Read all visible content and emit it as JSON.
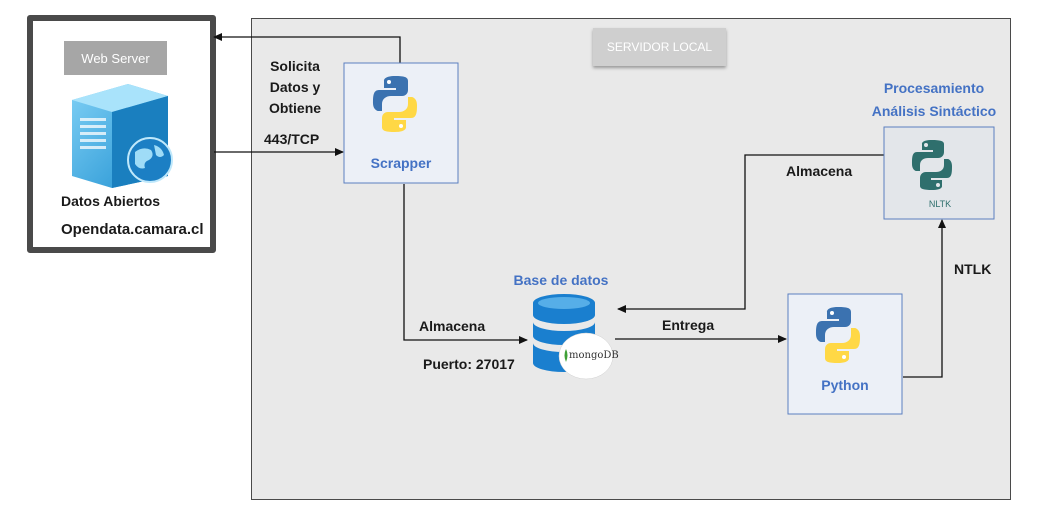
{
  "servidor_local": {
    "label": "SERVIDOR LOCAL"
  },
  "web_server": {
    "label": "Web Server",
    "line1": "Datos Abiertos",
    "line2": "Opendata.camara.cl"
  },
  "arrows": {
    "solicita_line1": "Solicita",
    "solicita_line2": "Datos y",
    "solicita_line3": "Obtiene",
    "port_tcp": "443/TCP",
    "almacena_scrapper": "Almacena",
    "puerto": "Puerto: 27017",
    "entrega": "Entrega",
    "almacena_nltk": "Almacena",
    "nltk": "NTLK"
  },
  "nodes": {
    "scrapper": "Scrapper",
    "database_title": "Base de datos",
    "mongodb": "mongoDB",
    "python": "Python",
    "nltk_title_line1": "Procesamiento",
    "nltk_title_line2": "Análisis Sintáctico",
    "nltk_badge": "NLTK"
  },
  "colors": {
    "accent_blue": "#4472c4",
    "python_blue": "#3b72b0",
    "python_yellow": "#ffd845",
    "nltk_teal": "#2f6f6d",
    "mongo_green": "#3fa037"
  }
}
